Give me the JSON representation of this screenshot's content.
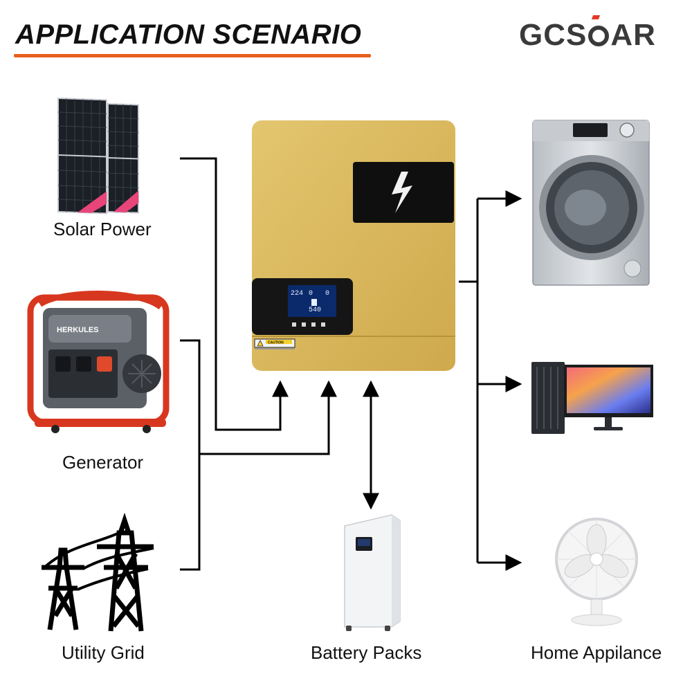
{
  "title": "APPLICATION SCENARIO",
  "brand": "GCSOAR",
  "brand_parts": {
    "left": "GCS",
    "right": "AR"
  },
  "colors": {
    "accent": "#e8601c",
    "inverter_gold": "#d9b659",
    "line": "#000000"
  },
  "inverter": {
    "caution_label": "CAUTION",
    "screen": {
      "readout_1": "224",
      "readout_2": "0",
      "readout_3": "0",
      "readout_4": "540"
    }
  },
  "generator": {
    "brand_text": "HERKULES"
  },
  "labels": {
    "solar": "Solar Power",
    "generator": "Generator",
    "grid": "Utility Grid",
    "battery": "Battery Packs",
    "appliance": "Home Appilance"
  },
  "icons": [
    "solar-panel-icon",
    "generator-icon",
    "utility-tower-icon",
    "inverter-icon",
    "battery-pack-icon",
    "washing-machine-icon",
    "computer-icon",
    "fan-icon"
  ]
}
